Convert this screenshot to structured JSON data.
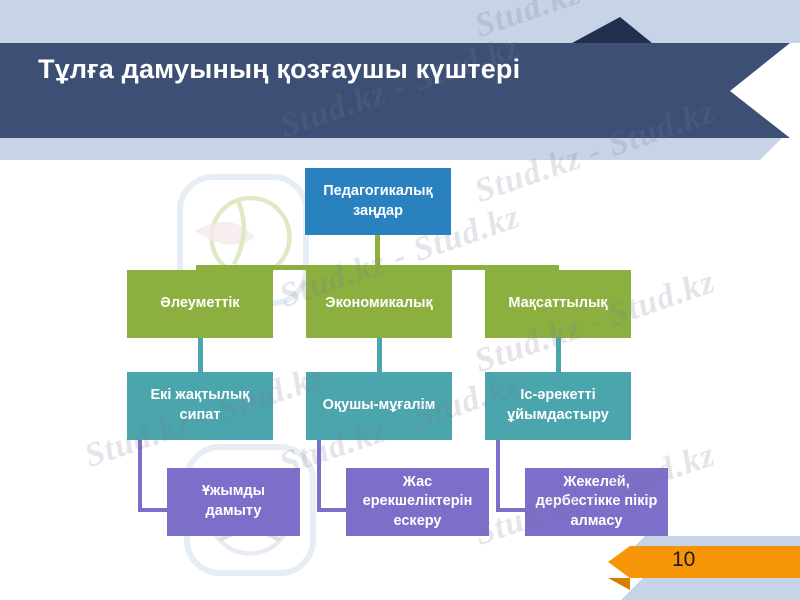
{
  "slide": {
    "title": "Тұлға дамуының қозғаушы күштері",
    "page_number": "10",
    "watermark_text": "Stud.kz - Stud.kz",
    "colors": {
      "header_navy": "#3d4f75",
      "header_notch_dark": "#22304f",
      "band_light_blue": "#c7d3e7",
      "level1_blue": "#2a81c0",
      "level2_green": "#8bb03f",
      "level3_teal": "#4ba5ad",
      "level4_purple": "#7b6fca",
      "footer_orange": "#f79508",
      "footer_orange_shadow": "#d97c06",
      "text_white": "#ffffff",
      "page_number_text": "#1b1b1b"
    }
  },
  "diagram": {
    "level1": [
      {
        "label": "Педагогикалық заңдар"
      }
    ],
    "level2": [
      {
        "label": "Әлеуметтік"
      },
      {
        "label": "Экономикалық"
      },
      {
        "label": "Мақсаттылық"
      }
    ],
    "level3": [
      {
        "label": "Екі жақтылық сипат"
      },
      {
        "label": "Оқушы-мұғалім"
      },
      {
        "label": "Іс-әрекетті ұйымдастыру"
      }
    ],
    "level4": [
      {
        "label": "Ұжымды дамыту"
      },
      {
        "label": "Жас ерекшеліктерін ескеру"
      },
      {
        "label": "Жекелей, дербестікке пікір алмасу"
      }
    ]
  }
}
